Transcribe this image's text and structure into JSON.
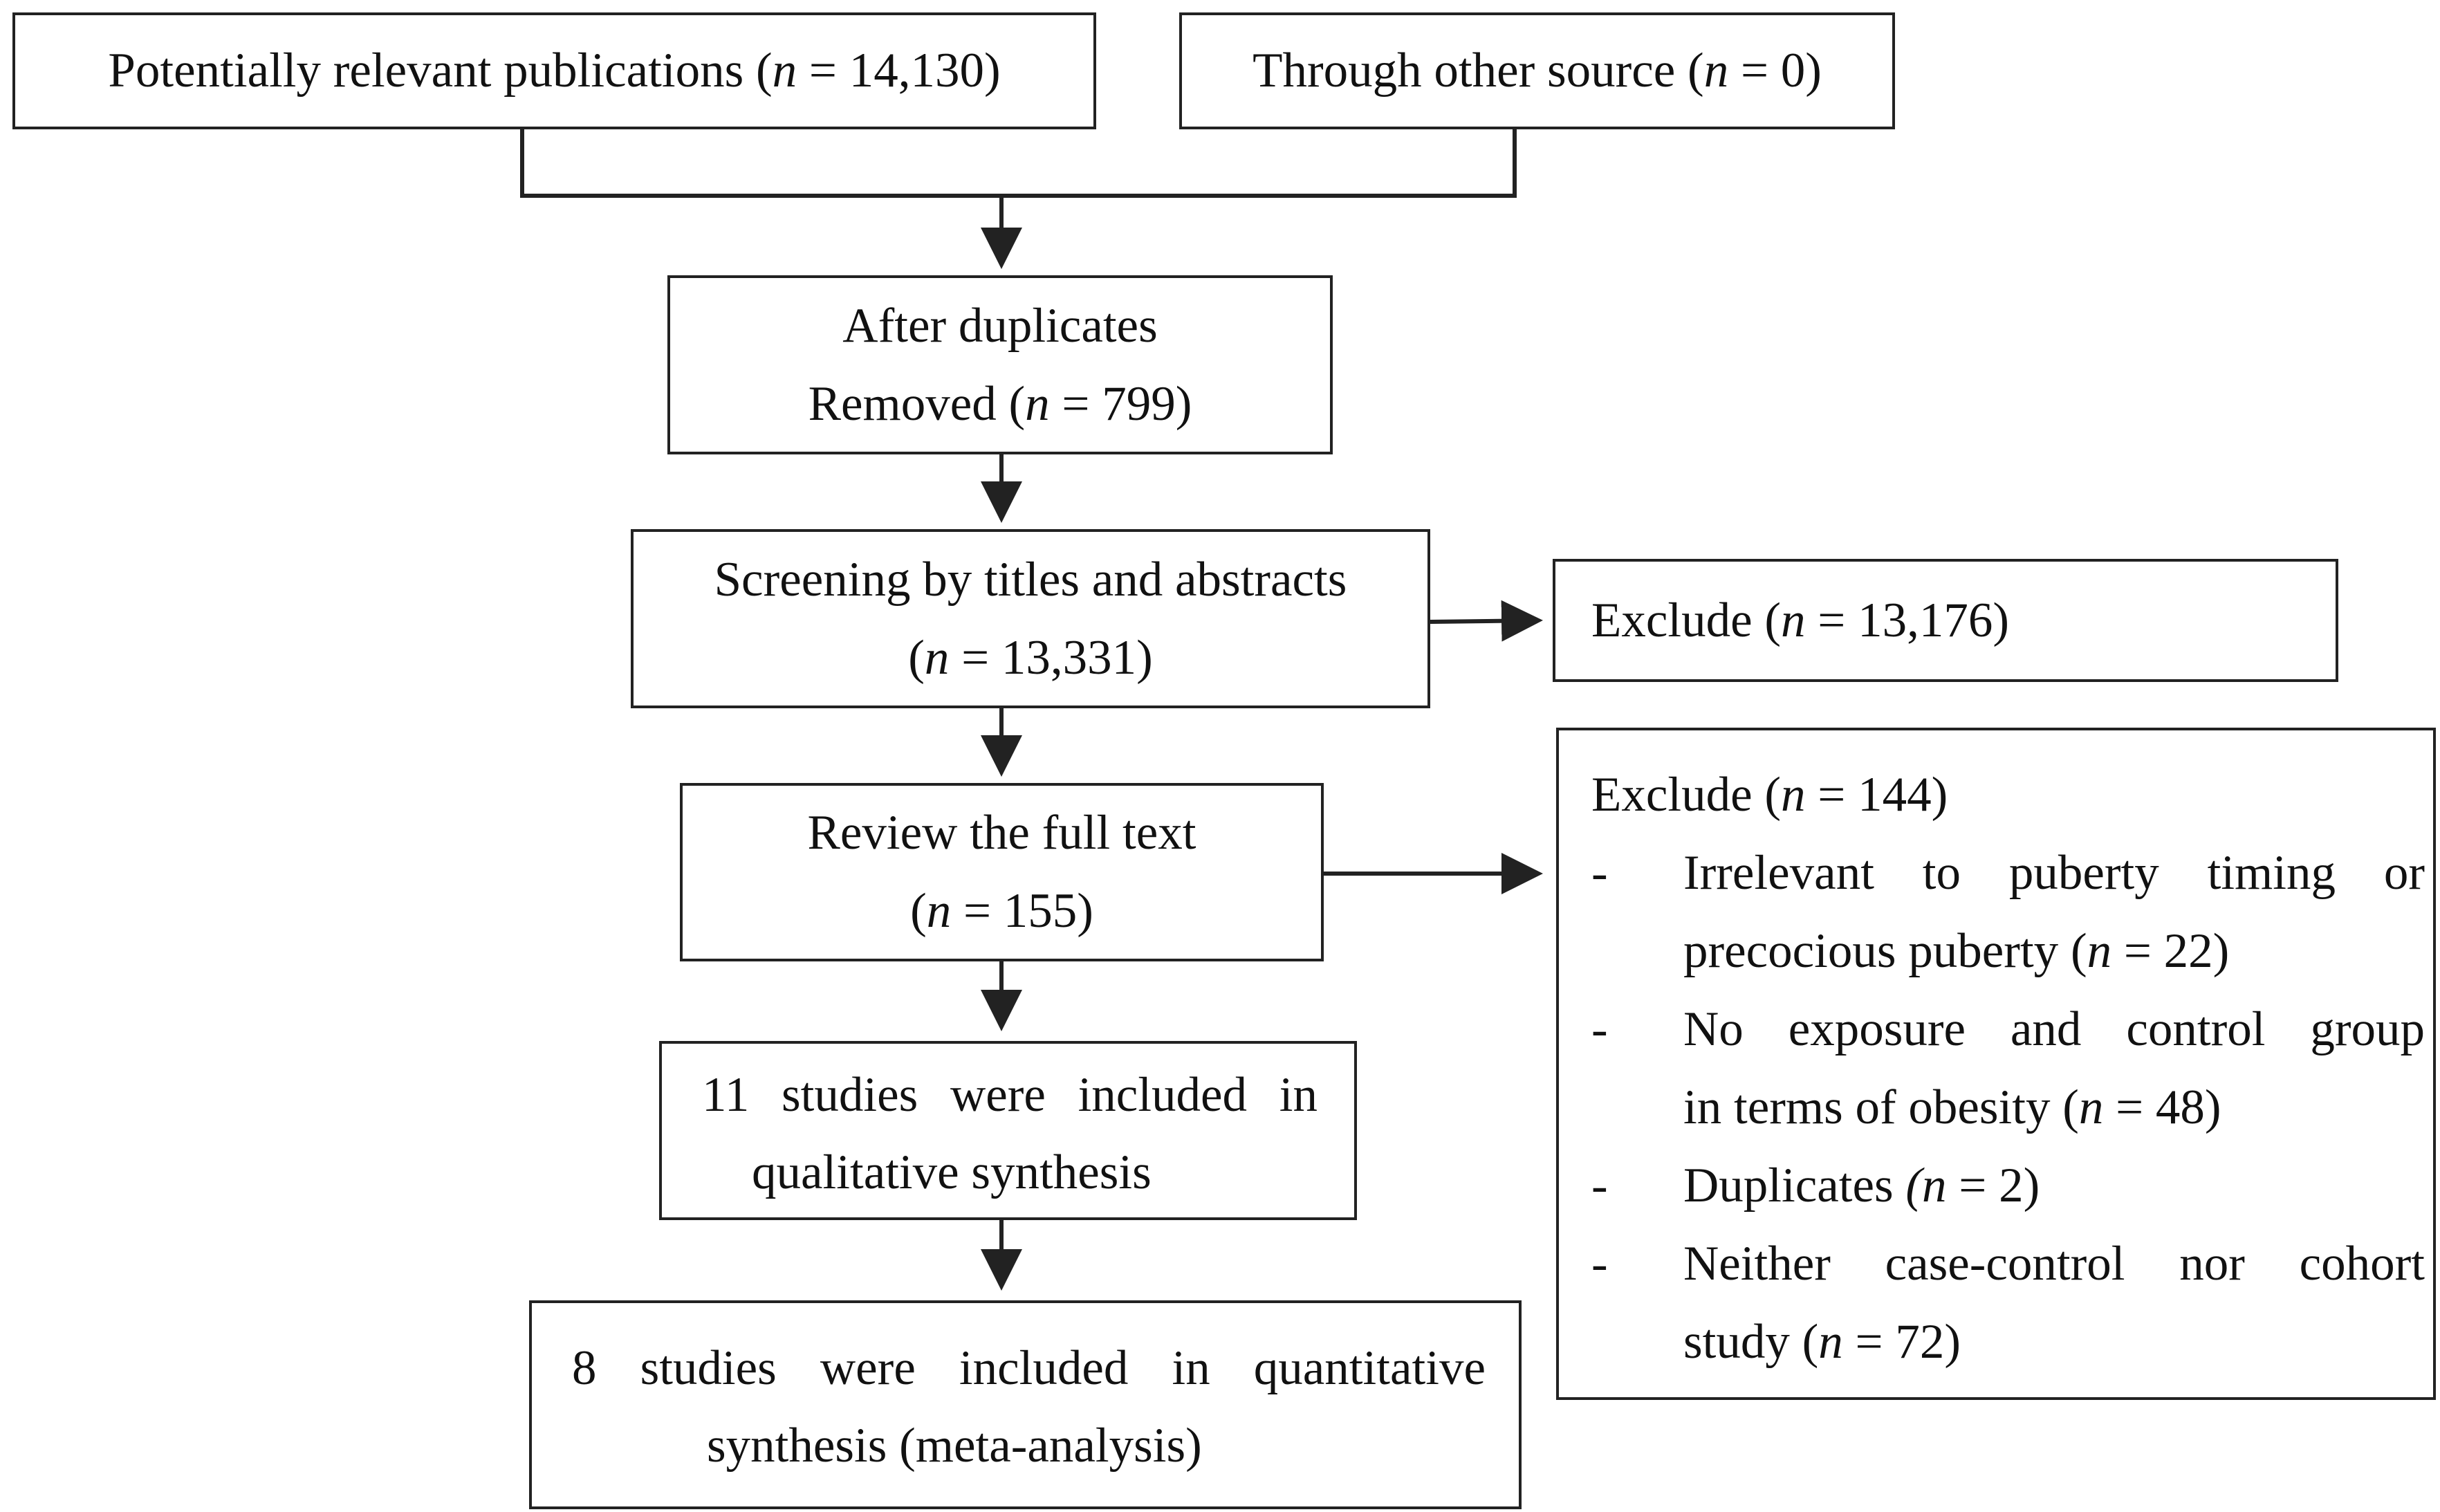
{
  "boxes": {
    "potential": {
      "label": "Potentially relevant publications",
      "n": "14,130"
    },
    "other_source": {
      "label": "Through other source",
      "n": "0"
    },
    "after_duplicates": {
      "line1": "After duplicates",
      "label": "Removed",
      "n": "799"
    },
    "screening": {
      "label": "Screening by titles and abstracts",
      "n": "13,331"
    },
    "exclude_screen": {
      "label": "Exclude",
      "n": "13,176"
    },
    "full_text": {
      "label": "Review the full text",
      "n": "155"
    },
    "qualitative": {
      "line1_words": [
        "11",
        "studies",
        "were",
        "included",
        "in"
      ],
      "line2": "qualitative synthesis"
    },
    "quantitative": {
      "line1_words": [
        "8",
        "studies",
        "were",
        "included",
        "in",
        "quantitative"
      ],
      "line2": "synthesis (meta-analysis)"
    },
    "exclude_full": {
      "label": "Exclude",
      "n": "144",
      "reasons": [
        {
          "dash": "-",
          "line1_words": [
            "Irrelevant",
            "to",
            "puberty",
            "timing",
            "or"
          ],
          "line2": "precocious puberty",
          "n": "22"
        },
        {
          "dash": "-",
          "line1_words": [
            "No",
            "exposure",
            "and",
            "control",
            "group"
          ],
          "line2": "in terms of obesity",
          "n": "48"
        },
        {
          "dash": "-",
          "line1": "Duplicates",
          "n": "2"
        },
        {
          "dash": "-",
          "line1_words": [
            "Neither",
            "case-control",
            "nor",
            "cohort"
          ],
          "line2": "study",
          "n": "72"
        }
      ]
    }
  },
  "n_symbol": "n",
  "colors": {
    "line": "#222222",
    "text": "#111111",
    "background": "#ffffff"
  }
}
